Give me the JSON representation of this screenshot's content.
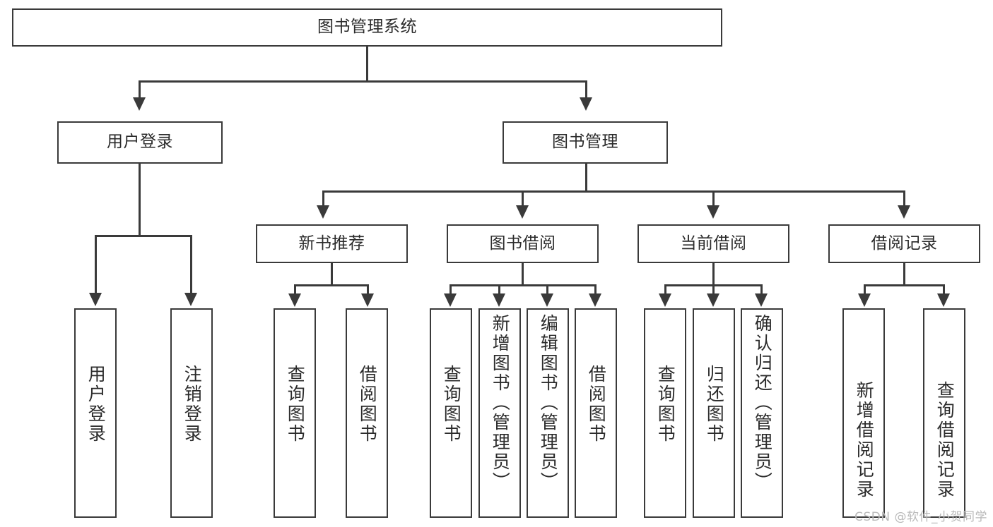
{
  "diagram": {
    "title": "图书管理系统",
    "watermark": "CSDN @软件_小贺同学",
    "type": "tree-hierarchy",
    "root": {
      "label": "图书管理系统"
    },
    "level1": [
      {
        "label": "用户登录"
      },
      {
        "label": "图书管理"
      }
    ],
    "level2": [
      {
        "label": "新书推荐"
      },
      {
        "label": "图书借阅"
      },
      {
        "label": "当前借阅"
      },
      {
        "label": "借阅记录"
      }
    ],
    "leaves": {
      "user_login": [
        {
          "label": "用户登录"
        },
        {
          "label": "注销登录"
        }
      ],
      "new_book_recommend": [
        {
          "label": "查询图书"
        },
        {
          "label": "借阅图书"
        }
      ],
      "book_borrow": [
        {
          "label": "查询图书"
        },
        {
          "label": "新增图书（管理员）"
        },
        {
          "label": "编辑图书（管理员）"
        },
        {
          "label": "借阅图书"
        }
      ],
      "current_borrow": [
        {
          "label": "查询图书"
        },
        {
          "label": "归还图书"
        },
        {
          "label": "确认归还（管理员）"
        }
      ],
      "borrow_record": [
        {
          "label": "新增借阅记录"
        },
        {
          "label": "查询借阅记录"
        }
      ]
    },
    "colors": {
      "stroke": "#3a3a3a",
      "text": "#2b2b2b",
      "background": "#ffffff",
      "watermark": "#b9b9b9"
    }
  }
}
